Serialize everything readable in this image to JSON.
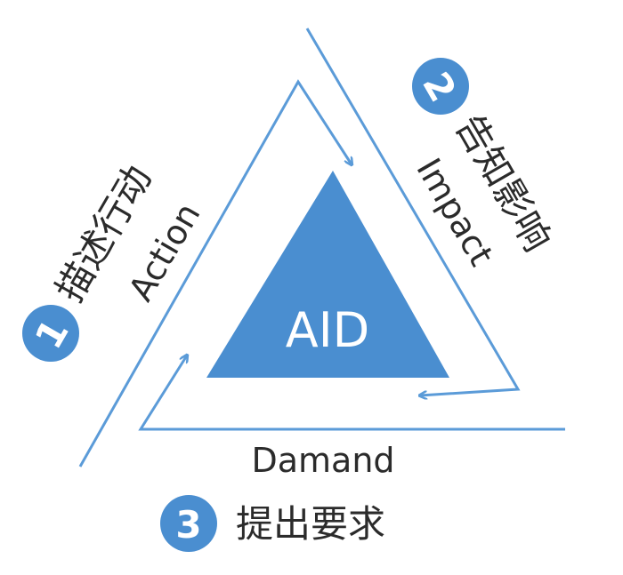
{
  "center": {
    "label": "AID"
  },
  "steps": [
    {
      "number": "1",
      "english": "Action",
      "chinese": "描述行动"
    },
    {
      "number": "2",
      "english": "Impact",
      "chinese": "告知影响"
    },
    {
      "number": "3",
      "english": "Damand",
      "chinese": "提出要求"
    }
  ],
  "colors": {
    "accent": "#4a8ed0",
    "line": "#5b9bd8",
    "text": "#2b2b2b",
    "background": "#ffffff"
  }
}
